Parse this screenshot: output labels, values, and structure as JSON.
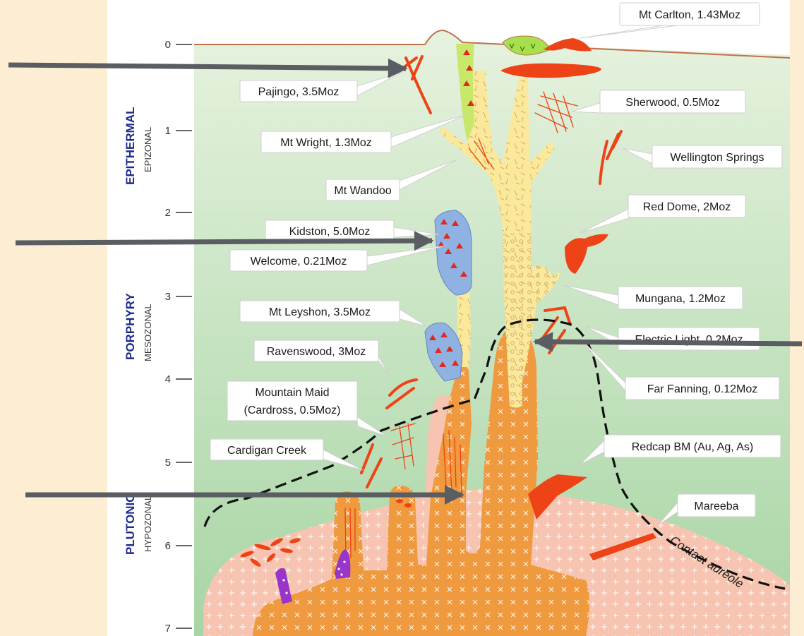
{
  "depth_axis": {
    "ticks": [
      "0",
      "1",
      "2",
      "3",
      "4",
      "5",
      "6",
      "7"
    ]
  },
  "zones": [
    {
      "main": "EPITHERMAL",
      "sub": "EPIZONAL"
    },
    {
      "main": "PORPHYRY",
      "sub": "MESOZONAL"
    },
    {
      "main": "PLUTONIC",
      "sub": "HYPOZONAL"
    }
  ],
  "deposit_labels": [
    {
      "id": "mt-carlton",
      "text": "Mt Carlton, 1.43Moz"
    },
    {
      "id": "pajingo",
      "text": "Pajingo, 3.5Moz"
    },
    {
      "id": "sherwood",
      "text": "Sherwood, 0.5Moz"
    },
    {
      "id": "mt-wright",
      "text": "Mt Wright, 1.3Moz"
    },
    {
      "id": "wellington-springs",
      "text": "Wellington Springs"
    },
    {
      "id": "mt-wandoo",
      "text": "Mt Wandoo"
    },
    {
      "id": "red-dome",
      "text": "Red Dome, 2Moz"
    },
    {
      "id": "kidston",
      "text": "Kidston, 5.0Moz"
    },
    {
      "id": "welcome",
      "text": "Welcome, 0.21Moz"
    },
    {
      "id": "mungana",
      "text": "Mungana, 1.2Moz"
    },
    {
      "id": "mt-leyshon",
      "text": "Mt Leyshon, 3.5Moz"
    },
    {
      "id": "electric-light",
      "text": "Electric Light, 0.2Moz"
    },
    {
      "id": "ravenswood",
      "text": "Ravenswood, 3Moz"
    },
    {
      "id": "far-fanning",
      "text": "Far Fanning, 0.12Moz"
    },
    {
      "id": "mountain-maid",
      "text": "Mountain Maid",
      "text2": "(Cardross, 0.5Moz)"
    },
    {
      "id": "cardigan-creek",
      "text": "Cardigan Creek"
    },
    {
      "id": "redcap",
      "text": "Redcap BM (Au, Ag, As)"
    },
    {
      "id": "mareeba",
      "text": "Mareeba"
    }
  ],
  "contact_aureole_label": "Contact aureole",
  "colors": {
    "background": "#fdeed3",
    "green_top": "#e4f1dc",
    "green_bottom": "#a9d6a6",
    "surface": "#c0704a",
    "intrusion": "#ef9a3e",
    "pink_granite": "#f6c4b0",
    "yellow_porphyry": "#fae99a",
    "blue_breccia": "#8fb2e3",
    "vein_red": "#ee4316",
    "lime": "#a6e04c",
    "purple": "#9a35c9",
    "arrow": "#5a5d61"
  }
}
